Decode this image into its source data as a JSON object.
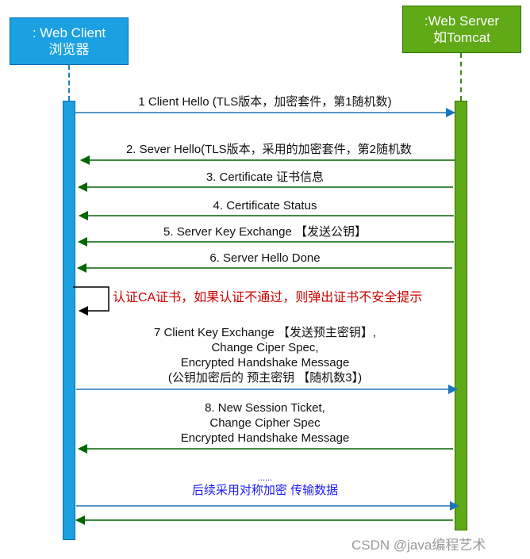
{
  "participants": {
    "client": {
      "line1": ": Web Client",
      "line2": "浏览器",
      "color": "#1ba1e2"
    },
    "server": {
      "line1": ":Web Server",
      "line2": "如Tomcat",
      "color": "#60a917"
    }
  },
  "messages": [
    {
      "id": 1,
      "direction": "client-to-server",
      "lines": [
        "1 Client Hello (TLS版本，加密套件，第1随机数)"
      ]
    },
    {
      "id": 2,
      "direction": "server-to-client",
      "lines": [
        "2. Sever Hello(TLS版本，采用的加密套件，第2随机数"
      ]
    },
    {
      "id": 3,
      "direction": "server-to-client",
      "lines": [
        "3. Certificate 证书信息"
      ]
    },
    {
      "id": 4,
      "direction": "server-to-client",
      "lines": [
        "4. Certificate Status"
      ]
    },
    {
      "id": 5,
      "direction": "server-to-client",
      "lines": [
        "5. Server Key Exchange 【发送公钥】"
      ]
    },
    {
      "id": 6,
      "direction": "server-to-client",
      "lines": [
        "6. Server Hello Done"
      ]
    },
    {
      "id": "self",
      "direction": "self-client",
      "lines": [
        "认证CA证书，如果认证不通过，则弹出证书不安全提示"
      ]
    },
    {
      "id": 7,
      "direction": "client-to-server",
      "lines": [
        "7 Client Key Exchange 【发送预主密钥】,",
        "Change Ciper Spec,",
        "Encrypted Handshake Message",
        "(公钥加密后的  预主密钥 【随机数3】)"
      ]
    },
    {
      "id": 8,
      "direction": "server-to-client",
      "lines": [
        "8. New Session Ticket,",
        "Change Cipher Spec",
        "Encrypted Handshake Message"
      ]
    },
    {
      "id": 9,
      "direction": "client-to-server",
      "lines": [
        "......",
        "后续采用对称加密 传输数据"
      ]
    },
    {
      "id": 10,
      "direction": "server-to-client",
      "lines": []
    }
  ],
  "colors": {
    "request_arrow": "#1a75bc",
    "response_arrow": "#006600",
    "self_note": "#cc0000",
    "symmetric_note": "#1a1aff"
  },
  "watermark": "CSDN @java编程艺术"
}
